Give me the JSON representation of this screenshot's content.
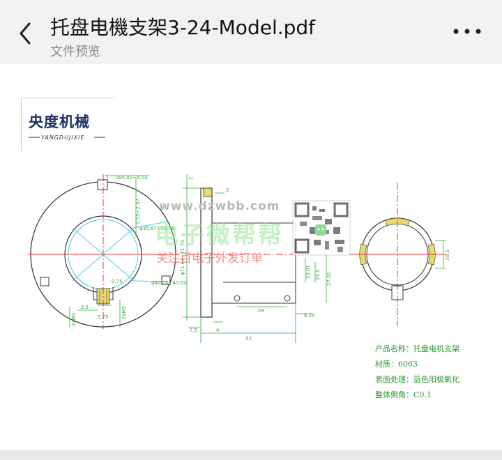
{
  "header": {
    "title": "托盘电機支架3-24-Model.pdf",
    "subtitle": "文件预览",
    "back_icon": "chevron-left-icon",
    "more_icon": "more-dots-icon"
  },
  "logo": {
    "main": "央度机械",
    "sub": "YANGDUJIXIE"
  },
  "watermark": {
    "url": "www.dzwbb.com",
    "name": "电子微帮帮",
    "follow": "关注百电子外发订单"
  },
  "dimensions": {
    "d1": "3x5.01~5.03",
    "d2": "2.55~2.57",
    "d3": "φ35.67~35.70",
    "d4": "φ40.00~40.02",
    "d5": "0.75",
    "d6": "2.5",
    "d7": "5.75",
    "d8": "2xM3",
    "d9": "2xM3",
    "d10": "2",
    "d11": "2",
    "d12": "φ71.67~71.70",
    "d13": "20.01",
    "d14": "23.5",
    "d15": "27.01",
    "d16": "28",
    "d17": "6.25",
    "d18": "7.5",
    "d19": "4",
    "d20": "52",
    "d21": "30.5"
  },
  "notes": {
    "product": "产品名称：托盘电机支架",
    "material": "材质：6063",
    "surface": "表面处理：蓝色阳极氧化",
    "chamfer": "整体倒角：C0.1"
  }
}
